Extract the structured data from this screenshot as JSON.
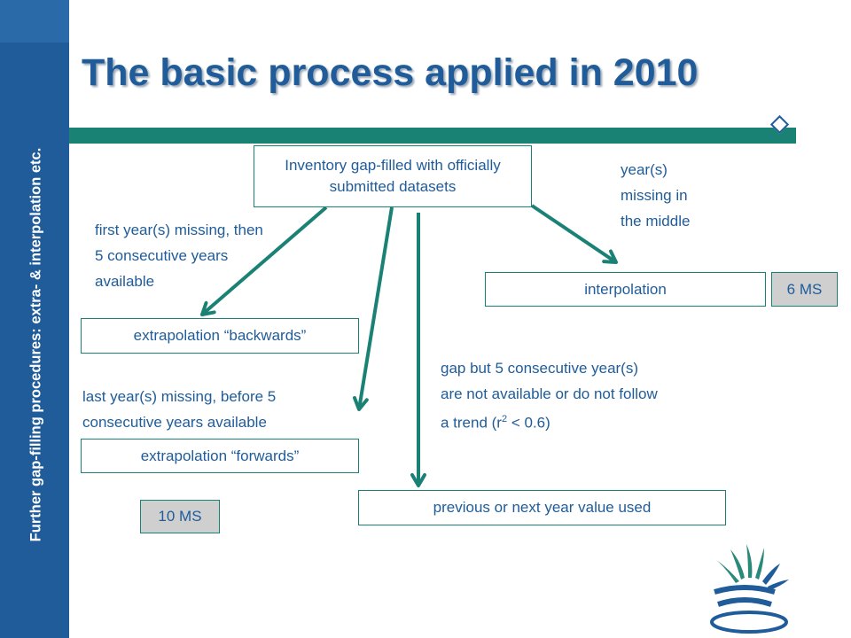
{
  "sidebar": {
    "text": "Further gap-filling procedures: extra- & interpolation etc."
  },
  "title": "The basic process applied in 2010",
  "boxes": {
    "top": "Inventory gap-filled with officially submitted datasets",
    "interpolation": "interpolation",
    "backwards": "extrapolation “backwards”",
    "forwards": "extrapolation “forwards”",
    "previous": "previous or next year value used"
  },
  "counts": {
    "interp": "6 MS",
    "extrap": "10 MS"
  },
  "labels": {
    "first_missing": "first year(s) missing, then 5 consecutive years available",
    "middle": "year(s) missing in the middle",
    "last_missing": "last year(s) missing, before 5 consecutive years available",
    "gap_main": "gap but 5 consecutive year(s) are not available or do not follow a trend (r",
    "gap_sup": "2",
    "gap_end": " < 0.6)"
  },
  "colors": {
    "teal": "#1a8275",
    "blue": "#1f5c99",
    "gray": "#cfcfcf"
  }
}
